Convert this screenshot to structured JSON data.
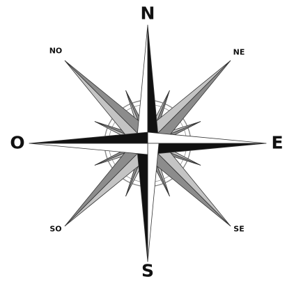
{
  "compass": {
    "labels": {
      "north": "N",
      "east": "E",
      "south": "S",
      "west": "O",
      "northeast": "NE",
      "northwest": "NO",
      "southeast": "SE",
      "southwest": "SO"
    },
    "colors": {
      "dark": "#111111",
      "light": "#ffffff",
      "mid_gray": "#8c8c8c",
      "light_gray": "#c4c4c4",
      "outline": "#333333",
      "ring": "#8a8a8a"
    }
  }
}
